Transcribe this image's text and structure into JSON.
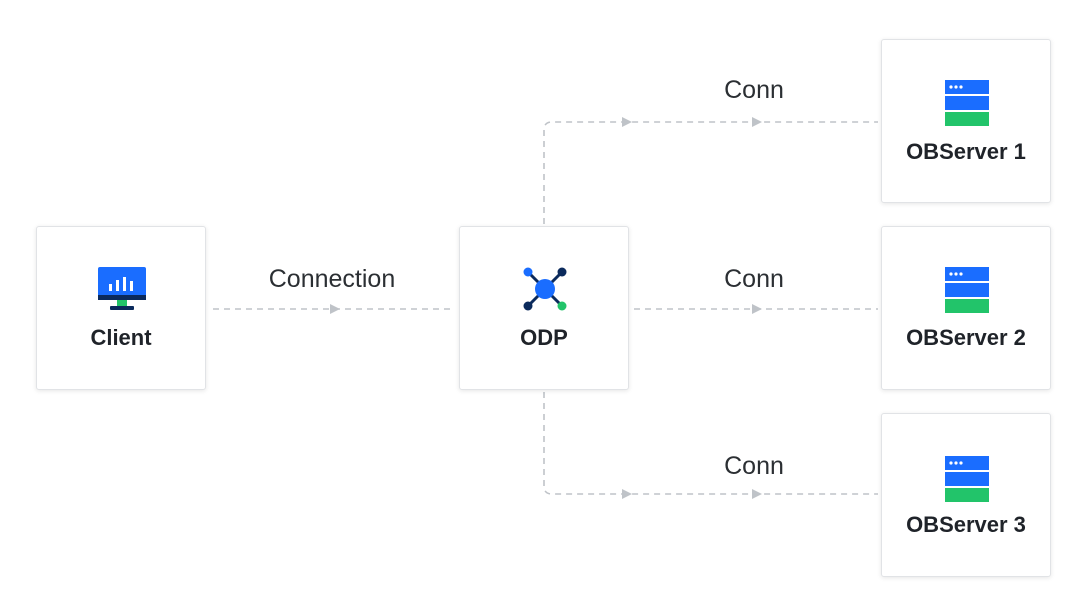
{
  "nodes": {
    "client": {
      "label": "Client",
      "icon": "monitor-chart-icon"
    },
    "odp": {
      "label": "ODP",
      "icon": "network-hub-icon"
    },
    "observers": [
      {
        "label": "OBServer 1",
        "icon": "server-stack-icon"
      },
      {
        "label": "OBServer 2",
        "icon": "server-stack-icon"
      },
      {
        "label": "OBServer 3",
        "icon": "server-stack-icon"
      }
    ]
  },
  "edges": {
    "client_to_odp": "Connection",
    "odp_to_observers": [
      "Conn",
      "Conn",
      "Conn"
    ]
  },
  "colors": {
    "primary_blue": "#1a6dff",
    "dark_navy": "#0b2a5c",
    "green": "#22c46a",
    "line_gray": "#bfc3c8"
  }
}
